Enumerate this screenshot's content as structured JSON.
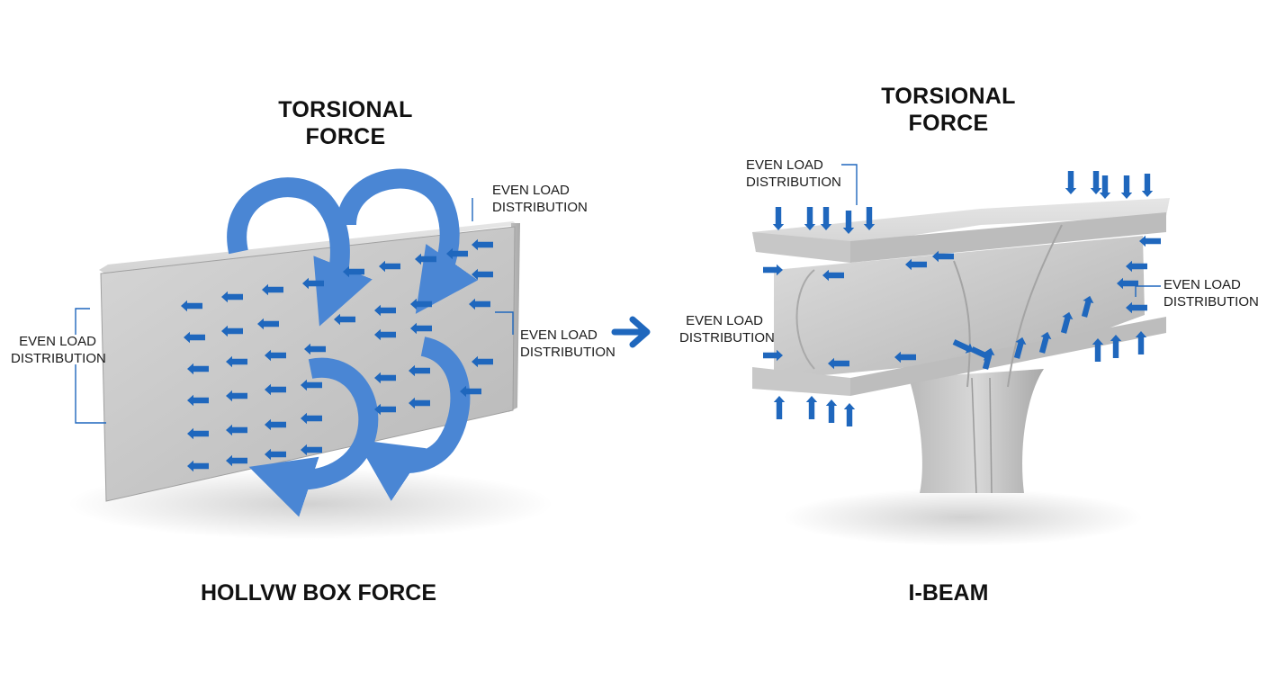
{
  "left_panel": {
    "title_line1": "TORSIONAL",
    "title_line2": "FORCE",
    "label_top": {
      "line1": "EVEN LOAD",
      "line2": "DISTRIBUTION"
    },
    "label_left": {
      "line1": "EVEN LOAD",
      "line2": "DISTRIBUTION"
    },
    "label_right": {
      "line1": "EVEN LOAD",
      "line2": "DISTRIBUTION"
    },
    "caption": "HOLLVW BOX FORCE"
  },
  "right_panel": {
    "title_line1": "TORSIONAL",
    "title_line2": "FORCE",
    "label_top": {
      "line1": "EVEN LOAD",
      "line2": "DISTRIBUTION"
    },
    "label_left": {
      "line1": "EVEN LOAD",
      "line2": "DISTRIBUTION"
    },
    "label_right": {
      "line1": "EVEN LOAD",
      "line2": "DISTRIBUTION"
    },
    "caption": "I-BEAM"
  },
  "icons": {
    "transition": "right-arrow-icon",
    "torsion": "curved-arrow-icon",
    "load": "straight-arrow-icon"
  },
  "colors": {
    "arrow_blue": "#1f67bd",
    "torsion_blue": "#4a86d4",
    "concrete_light": "#d3d3d3",
    "concrete_mid": "#b9b9b9",
    "concrete_dark": "#9b9b9b"
  }
}
